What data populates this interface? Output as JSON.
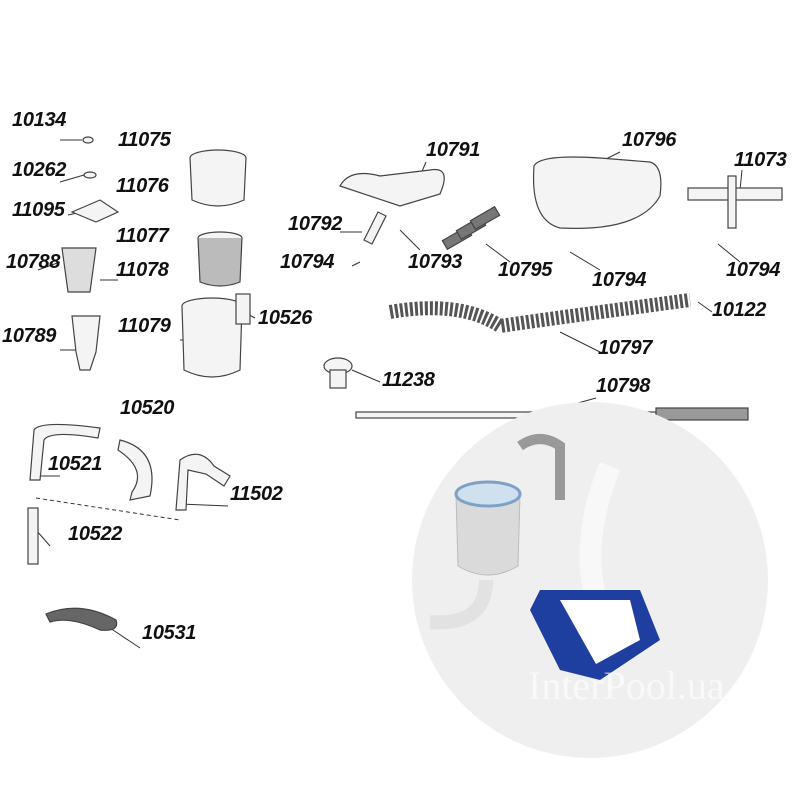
{
  "parts": {
    "p10134": "10134",
    "p11075": "11075",
    "p10262": "10262",
    "p11076": "11076",
    "p11095": "11095",
    "p11077": "11077",
    "p10788": "10788",
    "p11078": "11078",
    "p10789": "10789",
    "p11079": "11079",
    "p10526": "10526",
    "p10520": "10520",
    "p10521": "10521",
    "p11502": "11502",
    "p10522": "10522",
    "p10531": "10531",
    "p10791": "10791",
    "p10792": "10792",
    "p10794a": "10794",
    "p10793": "10793",
    "p10796": "10796",
    "p10795": "10795",
    "p10794b": "10794",
    "p11073": "11073",
    "p10794c": "10794",
    "p10122": "10122",
    "p10797": "10797",
    "p11238": "11238",
    "p10798": "10798"
  },
  "watermark": "InterPool.ua",
  "colors": {
    "vacuum_blue": "#1f3fa0",
    "line": "#333333",
    "photo_bg": "#efefef"
  }
}
